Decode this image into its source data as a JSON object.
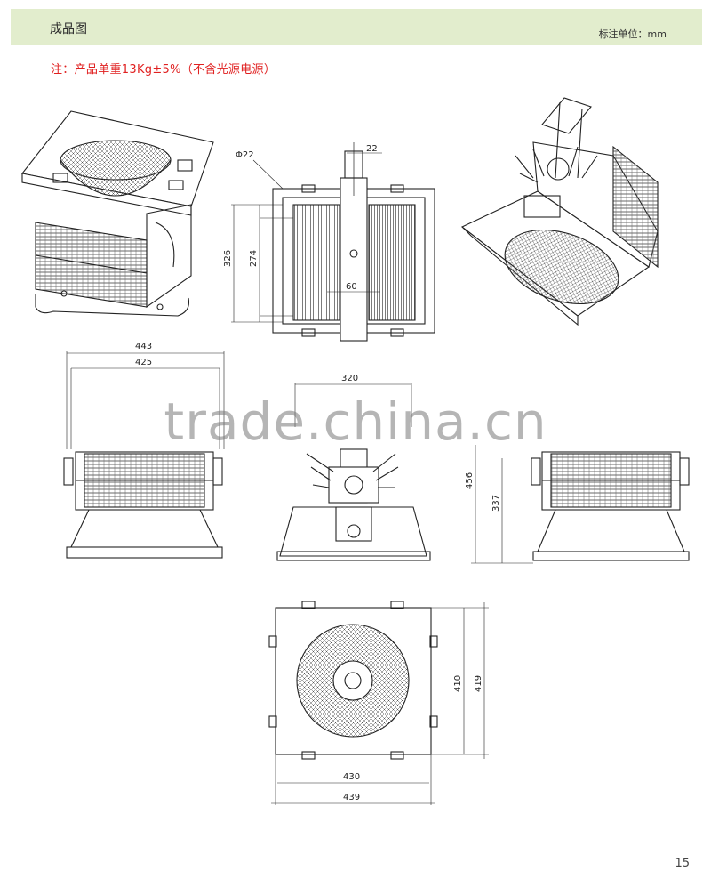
{
  "header": {
    "title": "成品图",
    "unit": "标注单位：mm"
  },
  "note": "注：产品单重13Kg±5%（不含光源电源）",
  "dimensions": {
    "phi22": "Φ22",
    "d22": "22",
    "d326": "326",
    "d274": "274",
    "d60": "60",
    "d443": "443",
    "d425": "425",
    "d320": "320",
    "d456": "456",
    "d337": "337",
    "d410": "410",
    "d419": "419",
    "d430": "430",
    "d439": "439"
  },
  "watermark": "trade.china.cn",
  "page_number": "15"
}
